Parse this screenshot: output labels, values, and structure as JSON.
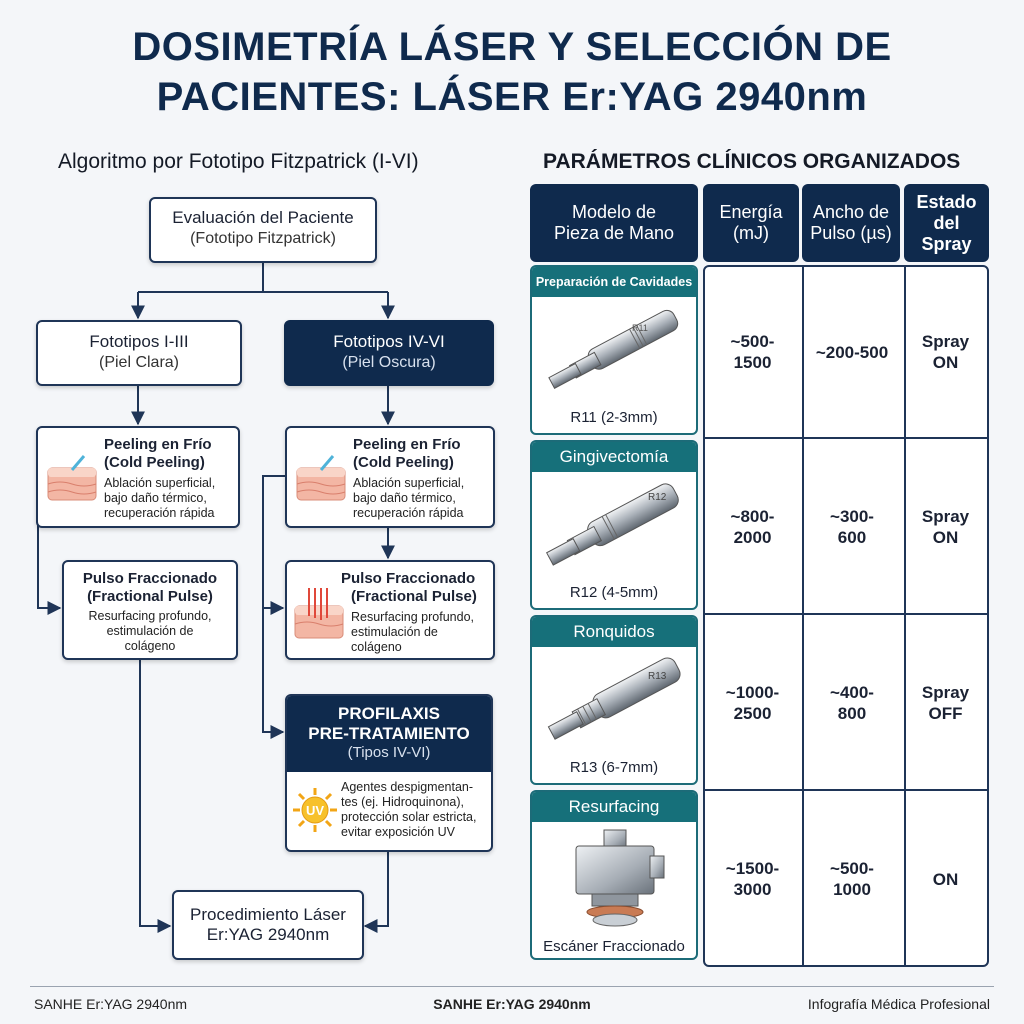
{
  "title": {
    "line1": "DOSIMETRÍA LÁSER Y SELECCIÓN DE",
    "line2": "PACIENTES: LÁSER Er:YAG 2940nm"
  },
  "algorithm": {
    "heading": "Algoritmo por Fototipo Fitzpatrick (I-VI)",
    "evaluation": {
      "title": "Evaluación del Paciente",
      "subtitle": "(Fototipo Fitzpatrick)"
    },
    "light": {
      "title": "Fototipos I-III",
      "subtitle": "(Piel Clara)"
    },
    "dark": {
      "title": "Fototipos IV-VI",
      "subtitle": "(Piel Oscura)"
    },
    "cold_peeling": {
      "title1": "Peeling en Frío",
      "title2": "(Cold Peeling)",
      "desc": [
        "Ablación superficial,",
        "bajo daño térmico,",
        "recuperación rápida"
      ]
    },
    "fractional": {
      "title1": "Pulso Fraccionado",
      "title2": "(Fractional Pulse)",
      "desc": [
        "Resurfacing profundo,",
        "estimulación de",
        "colágeno"
      ]
    },
    "prophylaxis": {
      "title1": "PROFILAXIS",
      "title2": "PRE-TRATAMIENTO",
      "subtitle": "(Tipos IV-VI)",
      "uv_label": "UV",
      "desc": [
        "Agentes despigmentan-",
        "tes (ej. Hidroquinona),",
        "protección solar estricta,",
        "evitar exposición UV"
      ]
    },
    "procedure": {
      "line1": "Procedimiento Láser",
      "line2": "Er:YAG 2940nm"
    }
  },
  "params": {
    "heading": "PARÁMETROS CLÍNICOS ORGANIZADOS",
    "headers": {
      "model": "Modelo de Pieza de Mano",
      "energy": "Energía (mJ)",
      "pulse": "Ancho de Pulso (µs)",
      "spray": "Estado del Spray"
    },
    "rows": [
      {
        "category": "Preparación de Cavidades",
        "handpiece": "R11 (2-3mm)",
        "engraving": "R11",
        "energy": "~500-\n1500",
        "pulse": "~200-500",
        "spray": "Spray\nON"
      },
      {
        "category": "Gingivectomía",
        "handpiece": "R12 (4-5mm)",
        "engraving": "R12",
        "energy": "~800-\n2000",
        "pulse": "~300-\n600",
        "spray": "Spray\nON"
      },
      {
        "category": "Ronquidos",
        "handpiece": "R13 (6-7mm)",
        "engraving": "R13",
        "energy": "~1000-\n2500",
        "pulse": "~400-\n800",
        "spray": "Spray\nOFF"
      },
      {
        "category": "Resurfacing",
        "handpiece": "Escáner Fraccionado",
        "engraving": "",
        "energy": "~1500-\n3000",
        "pulse": "~500-\n1000",
        "spray": "ON"
      }
    ]
  },
  "footer": {
    "left": "SANHE Er:YAG 2940nm",
    "center": "SANHE Er:YAG 2940nm",
    "right": "Infografía Médica Profesional"
  },
  "colors": {
    "navy": "#0f2a4d",
    "teal": "#16707a",
    "background": "#f4f6f9"
  }
}
